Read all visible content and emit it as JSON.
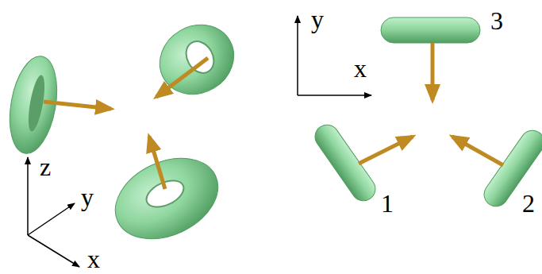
{
  "diagram": {
    "labels": [
      "y",
      "3",
      "x",
      "z",
      "y",
      "1",
      "2",
      "x"
    ]
  }
}
